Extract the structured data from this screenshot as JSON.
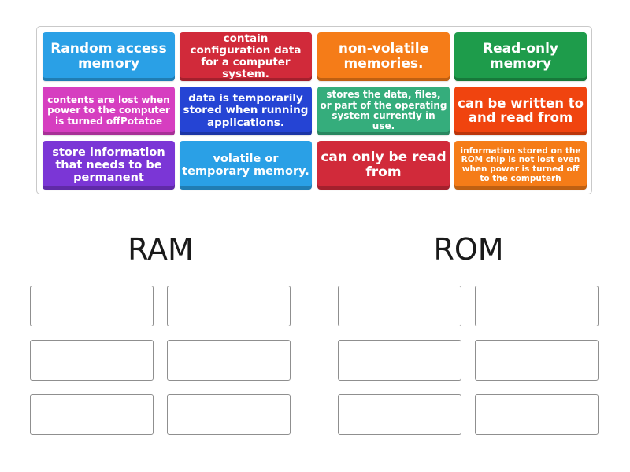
{
  "tiles": [
    {
      "text": "Random access memory"
    },
    {
      "text": "contain configuration data for a computer system."
    },
    {
      "text": "non-volatile memories."
    },
    {
      "text": "Read-only memory"
    },
    {
      "text": "contents are lost when power to the computer is turned offPotatoe"
    },
    {
      "text": "data is temporarily stored when running applications."
    },
    {
      "text": "stores the data, files, or part of the operating system currently in use."
    },
    {
      "text": "can be written to and read from"
    },
    {
      "text": "store information that needs to be permanent"
    },
    {
      "text": "volatile or temporary memory."
    },
    {
      "text": "can only be read from"
    },
    {
      "text": "information stored on the ROM chip is not lost even when power is turned off to the computerh"
    }
  ],
  "groups": [
    {
      "title": "RAM"
    },
    {
      "title": "ROM"
    }
  ],
  "colors": {
    "blue": "#2aa0e6",
    "red": "#d12a3a",
    "orange": "#f57c18",
    "green": "#1e9c4b",
    "pink": "#d63ec0",
    "navy": "#2544d4",
    "teal": "#35ad7c",
    "redorange": "#f0440f",
    "purple": "#7b36d6"
  }
}
